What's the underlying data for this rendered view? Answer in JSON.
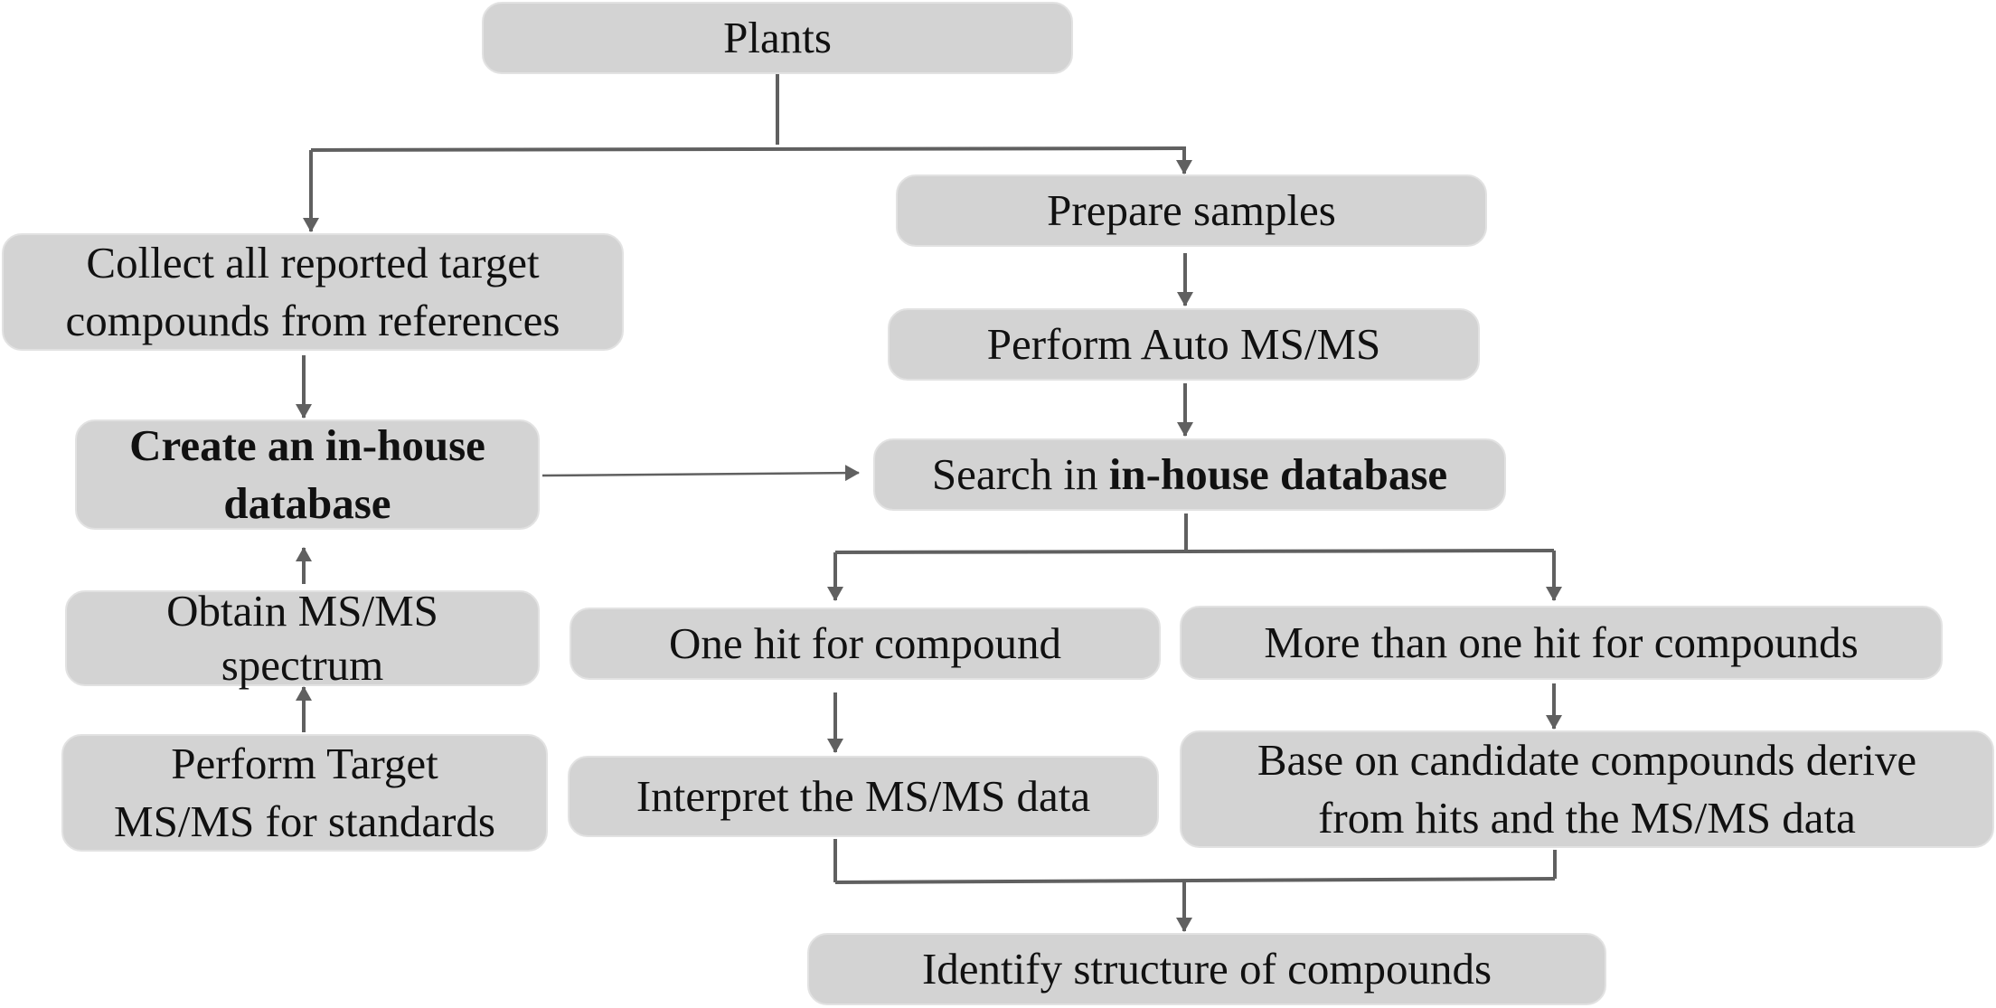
{
  "nodes": {
    "plants": "Plants",
    "collect_line1": "Collect all reported target",
    "collect_line2": "compounds from references",
    "create_line1": "Create an in-house",
    "create_line2": "database",
    "obtain_line1": "Obtain MS/MS",
    "obtain_line2": "spectrum",
    "perform_target_line1": "Perform Target",
    "perform_target_line2": "MS/MS for standards",
    "prepare": "Prepare samples",
    "perform_auto": "Perform Auto MS/MS",
    "search_prefix": "Search in ",
    "search_bold": "in-house database",
    "one_hit": "One hit for compound",
    "more_hits": "More than one hit for compounds",
    "interpret": "Interpret the MS/MS data",
    "base_line1": "Base on candidate compounds derive",
    "base_line2": "from hits and the MS/MS data",
    "identify": "Identify structure of compounds"
  },
  "colors": {
    "box_fill": "#d3d3d3",
    "connector": "#606060",
    "text": "#111111"
  }
}
